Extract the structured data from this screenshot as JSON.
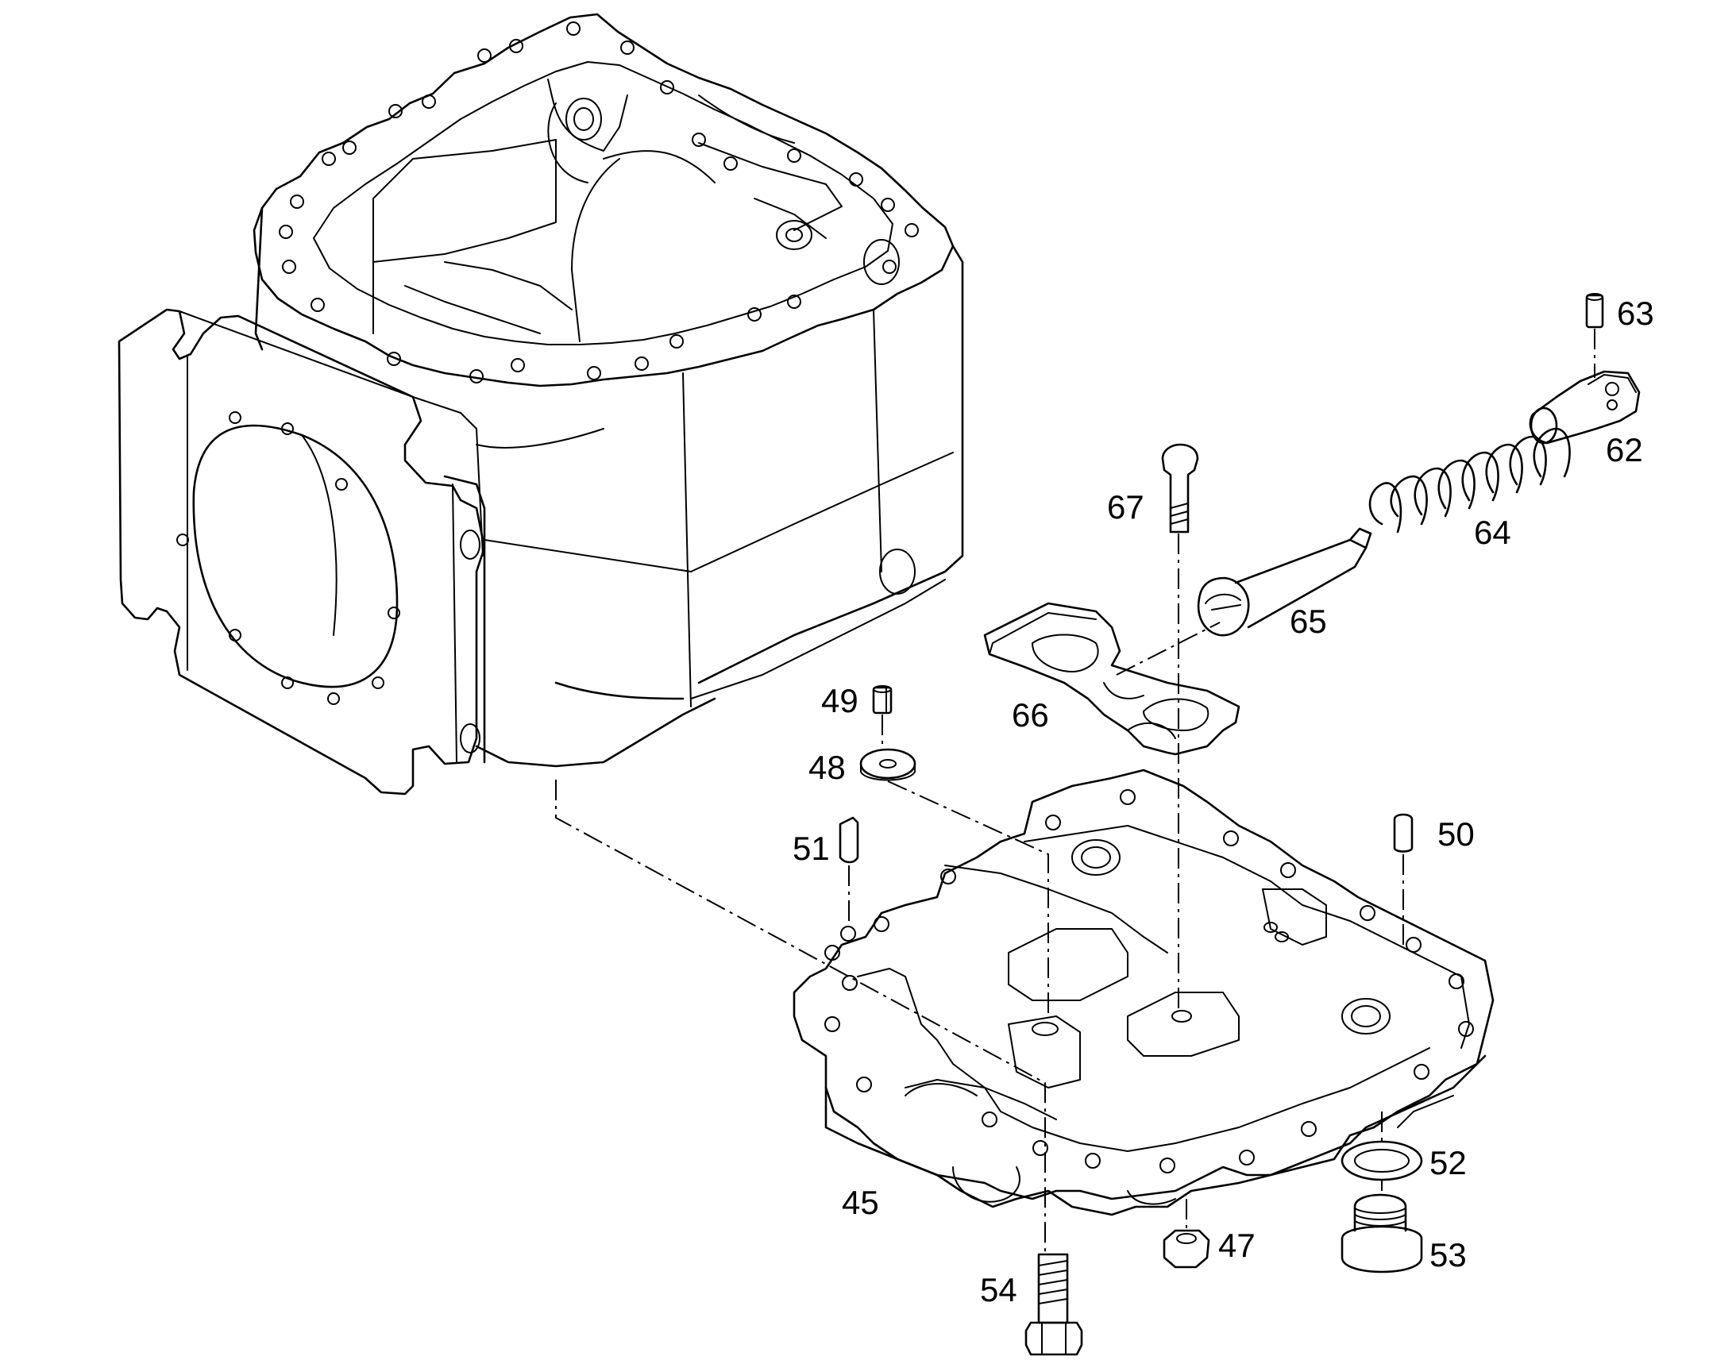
{
  "callouts": [
    {
      "id": "c45",
      "label": "45"
    },
    {
      "id": "c47",
      "label": "47"
    },
    {
      "id": "c48",
      "label": "48"
    },
    {
      "id": "c49",
      "label": "49"
    },
    {
      "id": "c50",
      "label": "50"
    },
    {
      "id": "c51",
      "label": "51"
    },
    {
      "id": "c52",
      "label": "52"
    },
    {
      "id": "c53",
      "label": "53"
    },
    {
      "id": "c54",
      "label": "54"
    },
    {
      "id": "c62",
      "label": "62"
    },
    {
      "id": "c63",
      "label": "63"
    },
    {
      "id": "c64",
      "label": "64"
    },
    {
      "id": "c65",
      "label": "65"
    },
    {
      "id": "c66",
      "label": "66"
    },
    {
      "id": "c67",
      "label": "67"
    }
  ]
}
